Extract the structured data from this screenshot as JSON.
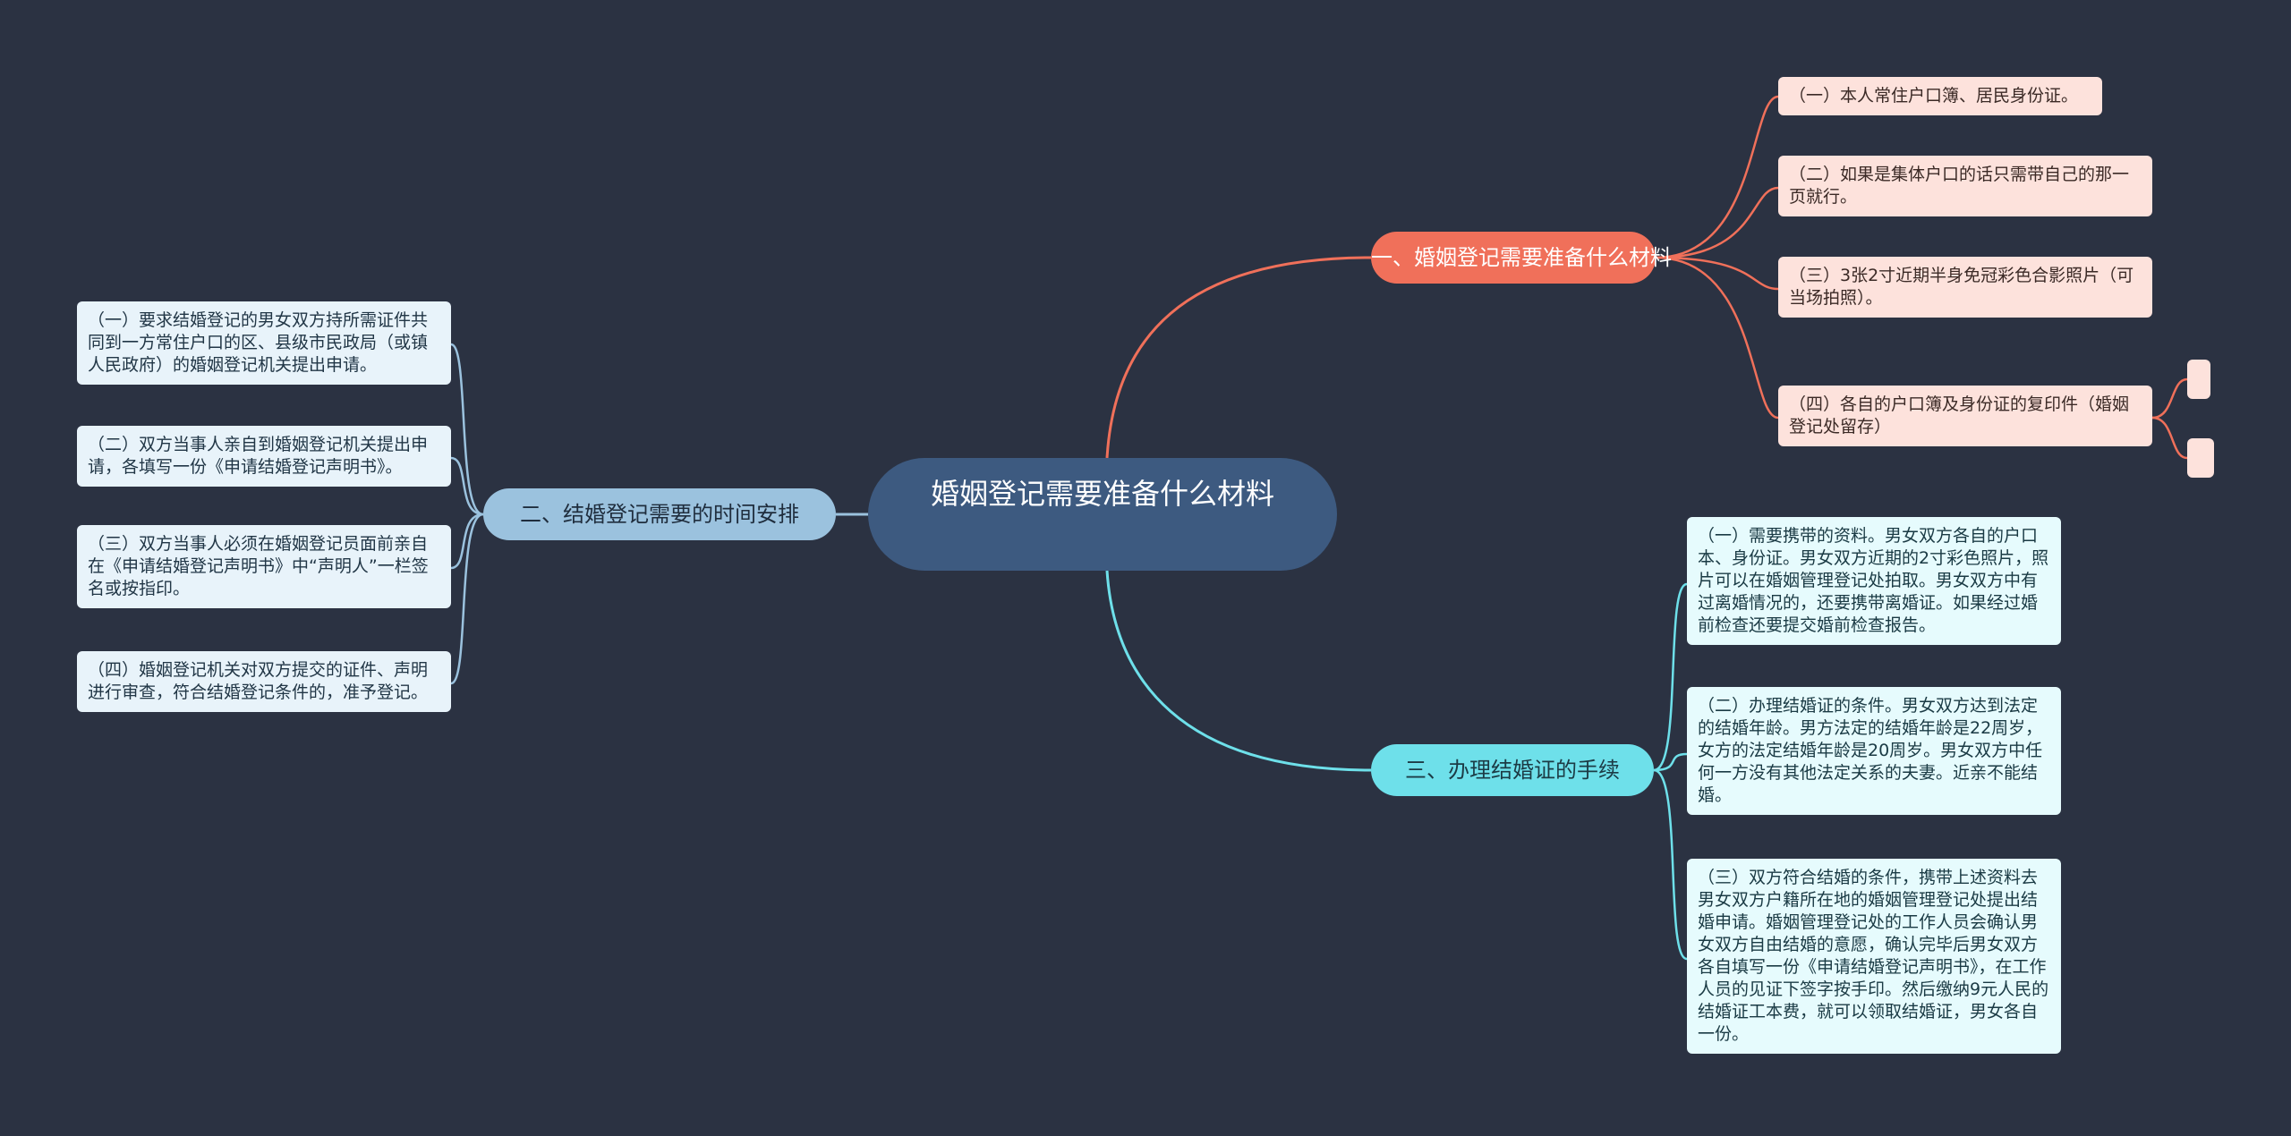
{
  "root": {
    "title": "婚姻登记需要准备什么材料"
  },
  "branches": [
    {
      "label": "一、婚姻登记需要准备什么材料",
      "color": "#f0705a",
      "children": [
        {
          "text": "（一）本人常住户口簿、居民身份证。"
        },
        {
          "text": "（二）如果是集体户口的话只需带自己的那一页就行。"
        },
        {
          "text": "（三）3张2寸近期半身免冠彩色合影照片（可当场拍照）。"
        },
        {
          "text": "（四）各自的户口簿及身份证的复印件（婚姻登记处留存）"
        }
      ]
    },
    {
      "label": "二、结婚登记需要的时间安排",
      "color": "#9bc2de",
      "children": [
        {
          "text": "（一）要求结婚登记的男女双方持所需证件共同到一方常住户口的区、县级市民政局（或镇人民政府）的婚姻登记机关提出申请。"
        },
        {
          "text": "（二）双方当事人亲自到婚姻登记机关提出申请，各填写一份《申请结婚登记声明书》。"
        },
        {
          "text": "（三）双方当事人必须在婚姻登记员面前亲自在《申请结婚登记声明书》中“声明人”一栏签名或按指印。"
        },
        {
          "text": "（四）婚姻登记机关对双方提交的证件、声明进行审查，符合结婚登记条件的，准予登记。"
        }
      ]
    },
    {
      "label": "三、办理结婚证的手续",
      "color": "#6ee0ea",
      "children": [
        {
          "text": "（一）需要携带的资料。男女双方各自的户口本、身份证。男女双方近期的2寸彩色照片，照片可以在婚姻管理登记处拍取。男女双方中有过离婚情况的，还要携带离婚证。如果经过婚前检查还要提交婚前检查报告。"
        },
        {
          "text": "（二）办理结婚证的条件。男女双方达到法定的结婚年龄。男方法定的结婚年龄是22周岁，女方的法定结婚年龄是20周岁。男女双方中任何一方没有其他法定关系的夫妻。近亲不能结婚。"
        },
        {
          "text": "（三）双方符合结婚的条件，携带上述资料去男女双方户籍所在地的婚姻管理登记处提出结婚申请。婚姻管理登记处的工作人员会确认男女双方自由结婚的意愿，确认完毕后男女双方各自填写一份《申请结婚登记声明书》，在工作人员的见证下签字按手印。然后缴纳9元人民的结婚证工本费，就可以领取结婚证，男女各自一份。"
        }
      ]
    }
  ]
}
